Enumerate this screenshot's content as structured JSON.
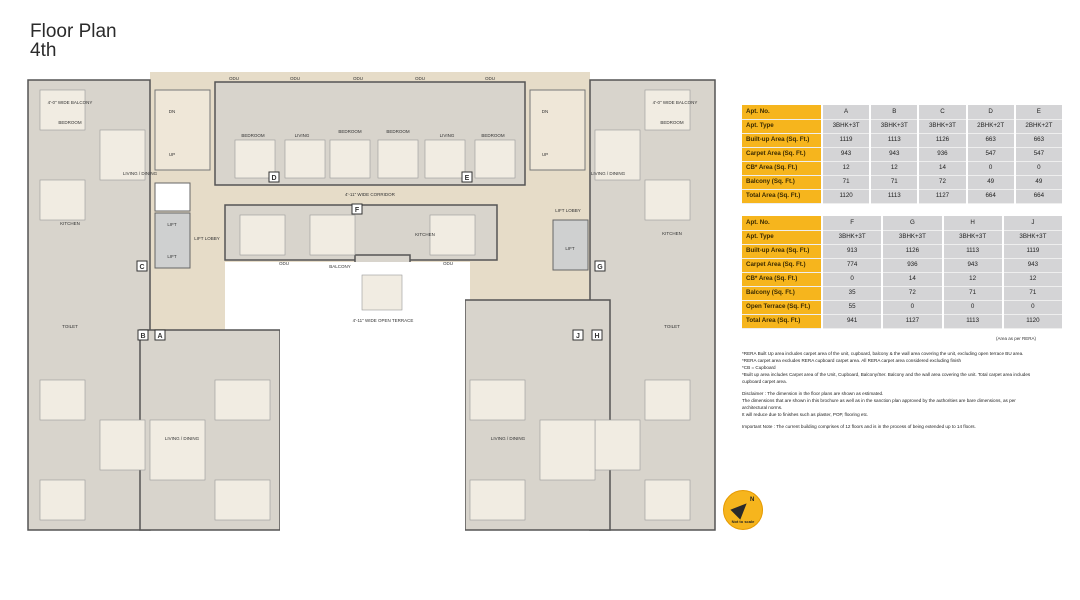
{
  "header": {
    "title_line1": "Floor Plan",
    "title_line2": "4th"
  },
  "plan": {
    "units": [
      "A",
      "B",
      "C",
      "D",
      "E",
      "F",
      "G",
      "H",
      "J"
    ],
    "labels": {
      "corridor": "4'-11\" WIDE CORRIDOR",
      "lift": "LIFT",
      "lift_lobby": "LIFT LOBBY",
      "dn": "DN",
      "up": "UP",
      "odu": "ODU",
      "bedroom": "BEDROOM",
      "living": "LIVING",
      "living_dining": "LIVING / DINING",
      "kitchen": "KITCHEN",
      "toilet": "TOILET",
      "balcony": "BALCONY",
      "wide_balcony": "4'-0\" WIDE BALCONY",
      "open_terrace": "4'-11\" WIDE OPEN TERRACE"
    }
  },
  "table1": {
    "row_headers": [
      "Apt. No.",
      "Apt. Type",
      "Built-up Area (Sq. Ft.)",
      "Carpet Area (Sq. Ft.)",
      "CB* Area (Sq. Ft.)",
      "Balcony (Sq. Ft.)",
      "Total Area (Sq. Ft.)"
    ],
    "columns": [
      [
        "A",
        "3BHK+3T",
        "1119",
        "943",
        "12",
        "71",
        "1120"
      ],
      [
        "B",
        "3BHK+3T",
        "1113",
        "943",
        "12",
        "71",
        "1113"
      ],
      [
        "C",
        "3BHK+3T",
        "1126",
        "936",
        "14",
        "72",
        "1127"
      ],
      [
        "D",
        "2BHK+2T",
        "663",
        "547",
        "0",
        "49",
        "664"
      ],
      [
        "E",
        "2BHK+2T",
        "663",
        "547",
        "0",
        "49",
        "664"
      ]
    ]
  },
  "table2": {
    "row_headers": [
      "Apt. No.",
      "Apt. Type",
      "Built-up Area (Sq. Ft.)",
      "Carpet Area (Sq. Ft.)",
      "CB* Area  (Sq. Ft.)",
      "Balcony (Sq. Ft.)",
      "Open Terrace (Sq. Ft.)",
      "Total Area (Sq. Ft.)"
    ],
    "columns": [
      [
        "F",
        "3BHK+3T",
        "913",
        "774",
        "0",
        "35",
        "55",
        "941"
      ],
      [
        "G",
        "3BHK+3T",
        "1126",
        "936",
        "14",
        "72",
        "0",
        "1127"
      ],
      [
        "H",
        "3BHK+3T",
        "1113",
        "943",
        "12",
        "71",
        "0",
        "1113"
      ],
      [
        "J",
        "3BHK+3T",
        "1119",
        "943",
        "12",
        "71",
        "0",
        "1120"
      ]
    ]
  },
  "area_source": "(Area as per RERA)",
  "notes": [
    "*RERA Built Up area includes carpet area of the unit, cupboard, balcony & the wall area covering the unit, excluding open terrace BU area.",
    "*RERA carpet area excludes RERA cupboard carpet area. All RERA carpet area considered excluding finish",
    "*CB = Cupboard",
    "*Built up area includes Carpet area of the Unit, Cupboard, Balcony/Ser. Balcony and the wall area covering the unit. Total carpet area includes cupboard carpet area."
  ],
  "disclaimer": [
    "Disclaimer : The dimension in the floor plans are shown as estimated.",
    "The dimensions that are shown in this brochure as well as in the sanction plan approved by the authorities are bare dimensions, as per architectural norms.",
    "It will reduce due to finishes such as plaster, POP, flooring etc."
  ],
  "important_note": "Important Note : The current building comprises  of 12 floors and is in the process of being extended up to 14 floors.",
  "compass": {
    "north": "N",
    "caption": "Not to scale",
    "color": "#f6b51d"
  }
}
